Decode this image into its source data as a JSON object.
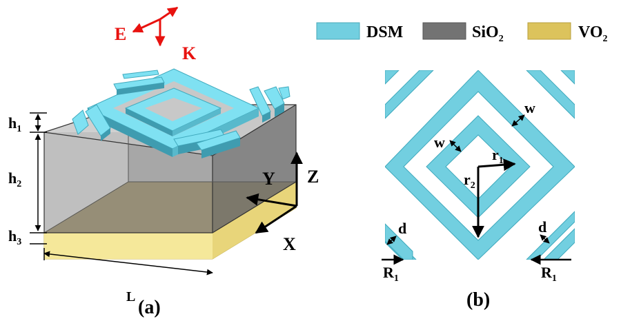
{
  "colors": {
    "dsm": "#72cfe0",
    "sio2": "#737373",
    "vo2": "#dcc35c",
    "arrow_red": "#e8120f"
  },
  "legend": {
    "dsm": {
      "label": "DSM"
    },
    "sio2": {
      "label_main": "SiO",
      "label_sub": "2"
    },
    "vo2": {
      "label_main": "VO",
      "label_sub": "2"
    }
  },
  "panel_a": {
    "caption": "(a)",
    "incidence": {
      "e_label": "E",
      "k_label": "K"
    },
    "h1": {
      "main": "h",
      "sub": "1"
    },
    "h2": {
      "main": "h",
      "sub": "2"
    },
    "h3": {
      "main": "h",
      "sub": "3"
    },
    "length_label": "L",
    "axis_x": "X",
    "axis_y": "Y",
    "axis_z": "Z"
  },
  "panel_b": {
    "caption": "(b)",
    "w_top": "w",
    "w_left": "w",
    "r1": {
      "main": "r",
      "sub": "1"
    },
    "r2": {
      "main": "r",
      "sub": "2"
    },
    "d_left": "d",
    "d_right": "d",
    "R1_left": {
      "main": "R",
      "sub": "1"
    },
    "R1_right": {
      "main": "R",
      "sub": "1"
    }
  }
}
